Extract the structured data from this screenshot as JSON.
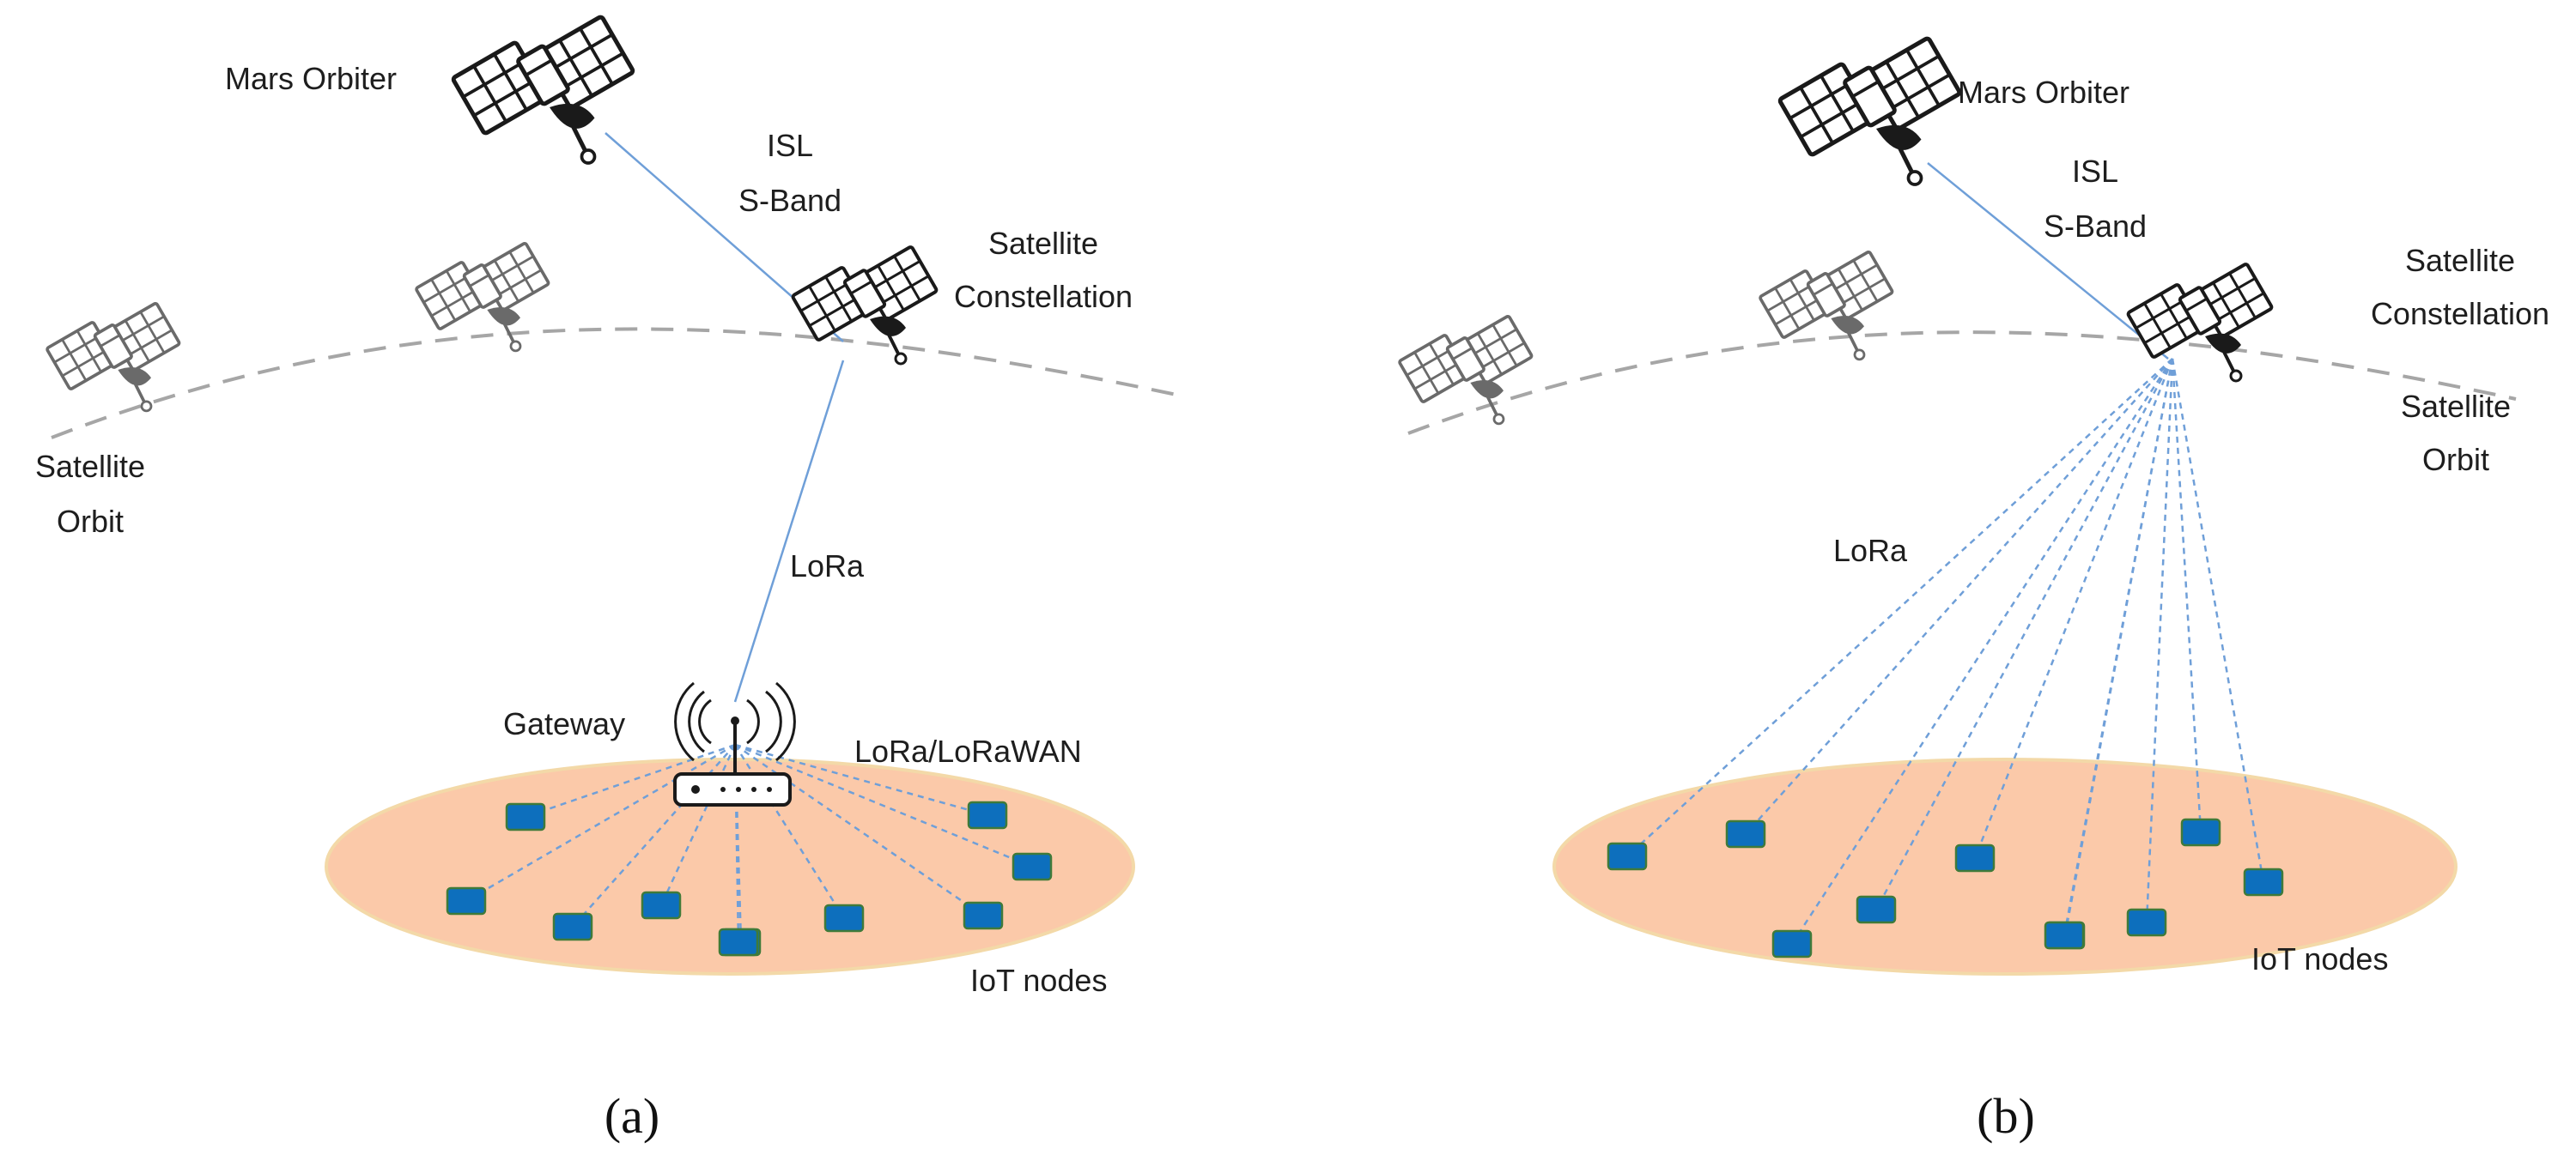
{
  "colors": {
    "link": "#6f9fd8",
    "orbit": "#a6a6a6",
    "ground": "#fbc9a9",
    "ground_edge": "#f3d9a8",
    "node_fill": "#0d6fbd",
    "node_edge": "#3f7a3a",
    "icon_dark": "#1a1a1a",
    "icon_light": "#6a6a6a"
  },
  "panel_a": {
    "mars_orbiter": "Mars Orbiter",
    "isl_line1": "ISL",
    "isl_line2": "S-Band",
    "constellation_line1": "Satellite",
    "constellation_line2": "Constellation",
    "orbit_line1": "Satellite",
    "orbit_line2": "Orbit",
    "lora": "LoRa",
    "gateway": "Gateway",
    "lorawan": "LoRa/LoRaWAN",
    "iot_nodes": "IoT nodes",
    "caption": "(a)",
    "node_count": 10
  },
  "panel_b": {
    "mars_orbiter": "Mars Orbiter",
    "isl_line1": "ISL",
    "isl_line2": "S-Band",
    "constellation_line1": "Satellite",
    "constellation_line2": "Constellation",
    "orbit_line1": "Satellite",
    "orbit_line2": "Orbit",
    "lora": "LoRa",
    "iot_nodes": "IoT nodes",
    "caption": "(b)",
    "node_count": 10
  }
}
